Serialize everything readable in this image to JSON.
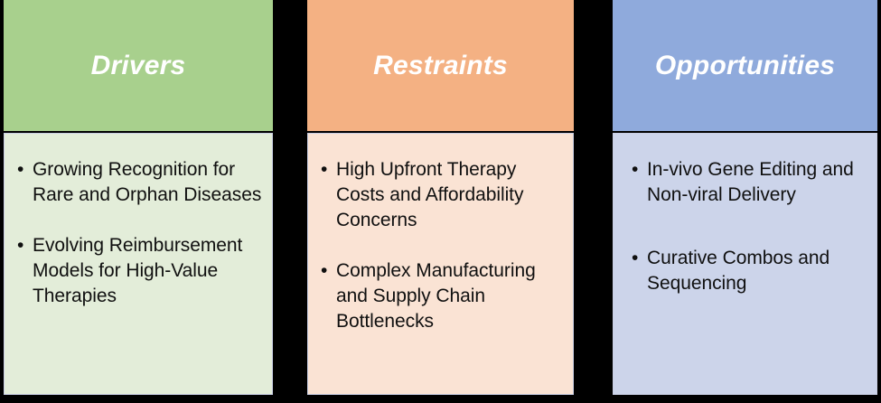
{
  "diagram": {
    "layout": "three-column",
    "background_color": "#000000",
    "columns": [
      {
        "id": "drivers",
        "title": "Drivers",
        "header_color": "#a8d08d",
        "body_color": "#e3edd9",
        "bullet_glyph": "•",
        "bullets": [
          "Growing Recognition for Rare and Orphan Diseases",
          "Evolving Reimbursement Models for High-Value Therapies"
        ]
      },
      {
        "id": "restraints",
        "title": "Restraints",
        "header_color": "#f4b183",
        "body_color": "#fae3d4",
        "bullet_glyph": "•",
        "bullets": [
          "High Upfront Therapy Costs and Affordability Concerns",
          "Complex Manufacturing and Supply Chain Bottlenecks"
        ]
      },
      {
        "id": "opportunities",
        "title": "Opportunities",
        "header_color": "#8faadc",
        "body_color": "#ccd4ea",
        "bullet_glyph": "•",
        "bullets": [
          "In-vivo Gene Editing and Non-viral Delivery",
          "Curative Combos and Sequencing"
        ]
      }
    ]
  }
}
